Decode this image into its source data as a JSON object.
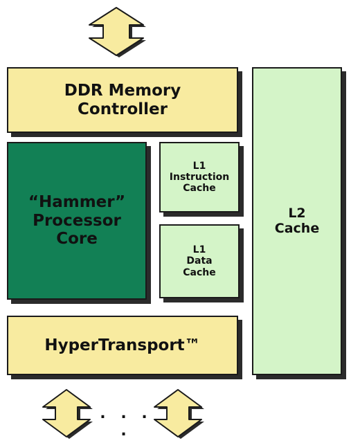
{
  "blocks": {
    "ddr_memory_controller": {
      "line1": "DDR Memory",
      "line2": "Controller"
    },
    "processor_core": {
      "line1": "“Hammer”",
      "line2": "Processor",
      "line3": "Core"
    },
    "l1_instruction_cache": {
      "line1": "L1",
      "line2": "Instruction",
      "line3": "Cache"
    },
    "l1_data_cache": {
      "line1": "L1",
      "line2": "Data",
      "line3": "Cache"
    },
    "hypertransport": {
      "label": "HyperTransport™"
    },
    "l2_cache": {
      "line1": "L2",
      "line2": "Cache"
    }
  },
  "ellipsis": ". . . .",
  "colors": {
    "yellow_block": "#f8eba0",
    "pale_green_block": "#d4f4c8",
    "core_green": "#128055",
    "outline": "#1a1a1a",
    "shadow": "#2b2b2b"
  },
  "icons": {
    "top_arrow": "double-vertical-arrow-icon",
    "bottom_left_arrow": "double-vertical-arrow-icon",
    "bottom_right_arrow": "double-vertical-arrow-icon"
  }
}
